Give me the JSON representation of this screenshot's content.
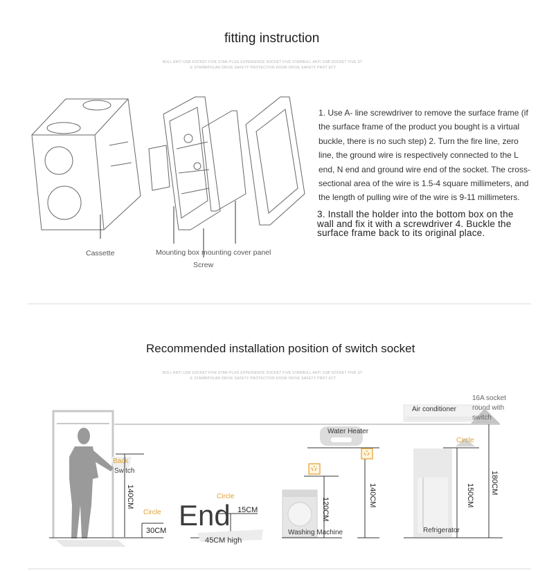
{
  "section1": {
    "title": "fitting instruction",
    "tagline_line1": "BULL ANTI USB SOCKET FIVE STAR PLUG EXPERIENCE SOCKET FIVE STARBULL ANTI USB SOCKET FIVE ST",
    "tagline_line2": "E STARBIPOLAR DRIVE SAFETY PROTECTION DOOR  DRIVE SAFETY PROT ECT",
    "steps_text": "1. Use A- line screwdriver to remove the surface frame (if the surface frame of the product you bought is a virtual buckle, there is no such step) 2. Turn the fire line, zero line, the ground wire is respectively connected to the L end, N end and ground wire end of the socket. The cross-sectional area of the wire is 1.5-4 square millimeters, and the length of pulling wire of the wire is 9-11 millimeters.",
    "step3_text": "3. Install the holder into the bottom box on the wall and fix it with a screwdriver 4. Buckle the surface frame back to its original place.",
    "labels": {
      "cassette": "Cassette",
      "mounting": "Mounting box mounting cover panel",
      "screw": "Screw"
    }
  },
  "section2": {
    "title": "Recommended installation position of switch socket",
    "tagline_line1": "BULL ANTI USB SOCKET FIVE STAR PLUG EXPERIENCE SOCKET FIVE STARBULL ANTI USB SOCKET FIVE ST",
    "tagline_line2": "E STARBIPOLAR DRIVE SAFETY PROTECTION DOOR  DRIVE SAFETY PROT ECT",
    "labels": {
      "air_conditioner": "Air conditioner",
      "socket_16a_1": "16A socket",
      "socket_16a_2": "round with",
      "socket_16a_3": "switch",
      "water_heater": "Water Heater",
      "circle_right": "Circle",
      "back": "Back",
      "switch": "Switch",
      "circle_mid": "Circle",
      "circle_left": "Circle",
      "end": "End",
      "high_45": "45CM high",
      "washing_machine": "Washing Machine",
      "refrigerator": "Refrigerator"
    },
    "dimensions": {
      "d140_switch": "140CM",
      "d30": "30CM",
      "d15": "15CM",
      "d120": "120CM",
      "d140_heater": "140CM",
      "d150": "150CM",
      "d180": "180CM"
    }
  }
}
